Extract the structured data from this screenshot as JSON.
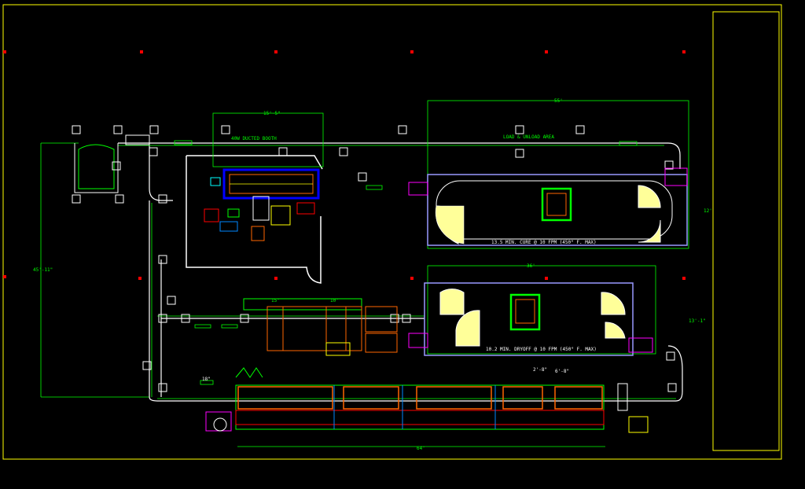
{
  "colors": {
    "background": "#000000",
    "sheet_border": "#ffff00",
    "conveyor": "#00ff00",
    "booth": "#0000ff",
    "oven_outline": "#9999ff",
    "curve_fill": "#ffff99",
    "equipment": "#ff6600",
    "hanger": "#ffffff",
    "marker": "#ff0000",
    "accent_magenta": "#ff00ff",
    "accent_cyan": "#00ffff"
  },
  "labels": {
    "cure_oven": "13.5 MIN. CURE @ 10 FPM (450° F. MAX)",
    "dryoff_oven": "10.2 MIN. DRYOFF @ 10 FPM (450° F. MAX)",
    "load_area": "LOAD & UNLOAD AREA",
    "booth_label": "40W DUCTED BOOTH",
    "dim_top_booth": "15'-5\"",
    "dim_cure_length": "55'",
    "dim_cure_width": "12'",
    "dim_dry_length": "36'",
    "dim_dry_width": "13'-1\"",
    "dim_overall_height": "45'-11\"",
    "dim_pretreat_length": "64'",
    "dim_gap_1": "2'-8\"",
    "dim_gap_2": "6'-8\"",
    "dim_small_1": "15'",
    "dim_small_2": "10'",
    "dim_misc": "18\""
  }
}
